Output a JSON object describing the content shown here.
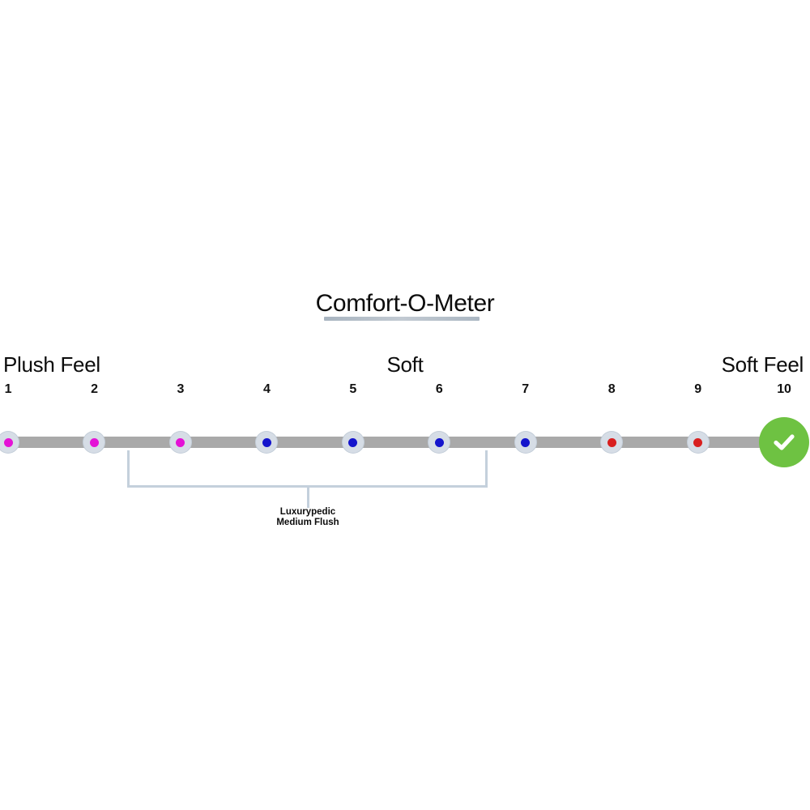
{
  "chart_data": {
    "type": "scatter",
    "title": "Comfort-O-Meter",
    "xlabel": "",
    "ylabel": "",
    "xlim": [
      1,
      10
    ],
    "grid": false,
    "legend": "none",
    "categories": [
      "1",
      "2",
      "3",
      "4",
      "5",
      "6",
      "7",
      "8",
      "9",
      "10"
    ],
    "x": [
      1,
      2,
      3,
      4,
      5,
      6,
      7,
      8,
      9,
      10
    ],
    "values": [
      1,
      2,
      3,
      4,
      5,
      6,
      7,
      8,
      9,
      10
    ],
    "points": [
      {
        "label": "1",
        "x": 1,
        "color": "#e412d6",
        "marker": "dot"
      },
      {
        "label": "2",
        "x": 2,
        "color": "#e412d6",
        "marker": "dot"
      },
      {
        "label": "3",
        "x": 3,
        "color": "#e412d6",
        "marker": "dot"
      },
      {
        "label": "4",
        "x": 4,
        "color": "#1414cc",
        "marker": "dot"
      },
      {
        "label": "5",
        "x": 5,
        "color": "#1414cc",
        "marker": "dot"
      },
      {
        "label": "6",
        "x": 6,
        "color": "#1414cc",
        "marker": "dot"
      },
      {
        "label": "7",
        "x": 7,
        "color": "#1414cc",
        "marker": "dot"
      },
      {
        "label": "8",
        "x": 8,
        "color": "#d81f1f",
        "marker": "dot"
      },
      {
        "label": "9",
        "x": 9,
        "color": "#d81f1f",
        "marker": "dot"
      },
      {
        "label": "10",
        "x": 10,
        "color": "#6ec242",
        "marker": "check"
      }
    ],
    "zone_labels": [
      {
        "text": "Plush Feel",
        "position": "left"
      },
      {
        "text": "Soft",
        "position": "center"
      },
      {
        "text": "Soft Feel",
        "position": "right"
      }
    ],
    "annotations": [
      {
        "line1": "Luxurypedic",
        "line2": "Medium Flush",
        "span_from": 2,
        "span_to": 6
      }
    ],
    "colors": {
      "track": "#a9a9a9",
      "ring": "#d6dde6",
      "bracket": "#c4d0dc",
      "title_underline": "#b4bfca",
      "pink": "#e412d6",
      "blue": "#1414cc",
      "red": "#d81f1f",
      "green": "#6ec242",
      "background": "#ffffff"
    }
  },
  "header": {
    "title": "Comfort-O-Meter"
  },
  "scale": {
    "zone_left": "Plush Feel",
    "zone_center": "Soft",
    "zone_right": "Soft Feel",
    "ticks": [
      "1",
      "2",
      "3",
      "4",
      "5",
      "6",
      "7",
      "8",
      "9",
      "10"
    ]
  },
  "annotation": {
    "line1": "Luxurypedic",
    "line2": "Medium Flush"
  },
  "check": {
    "icon": "check-icon"
  }
}
